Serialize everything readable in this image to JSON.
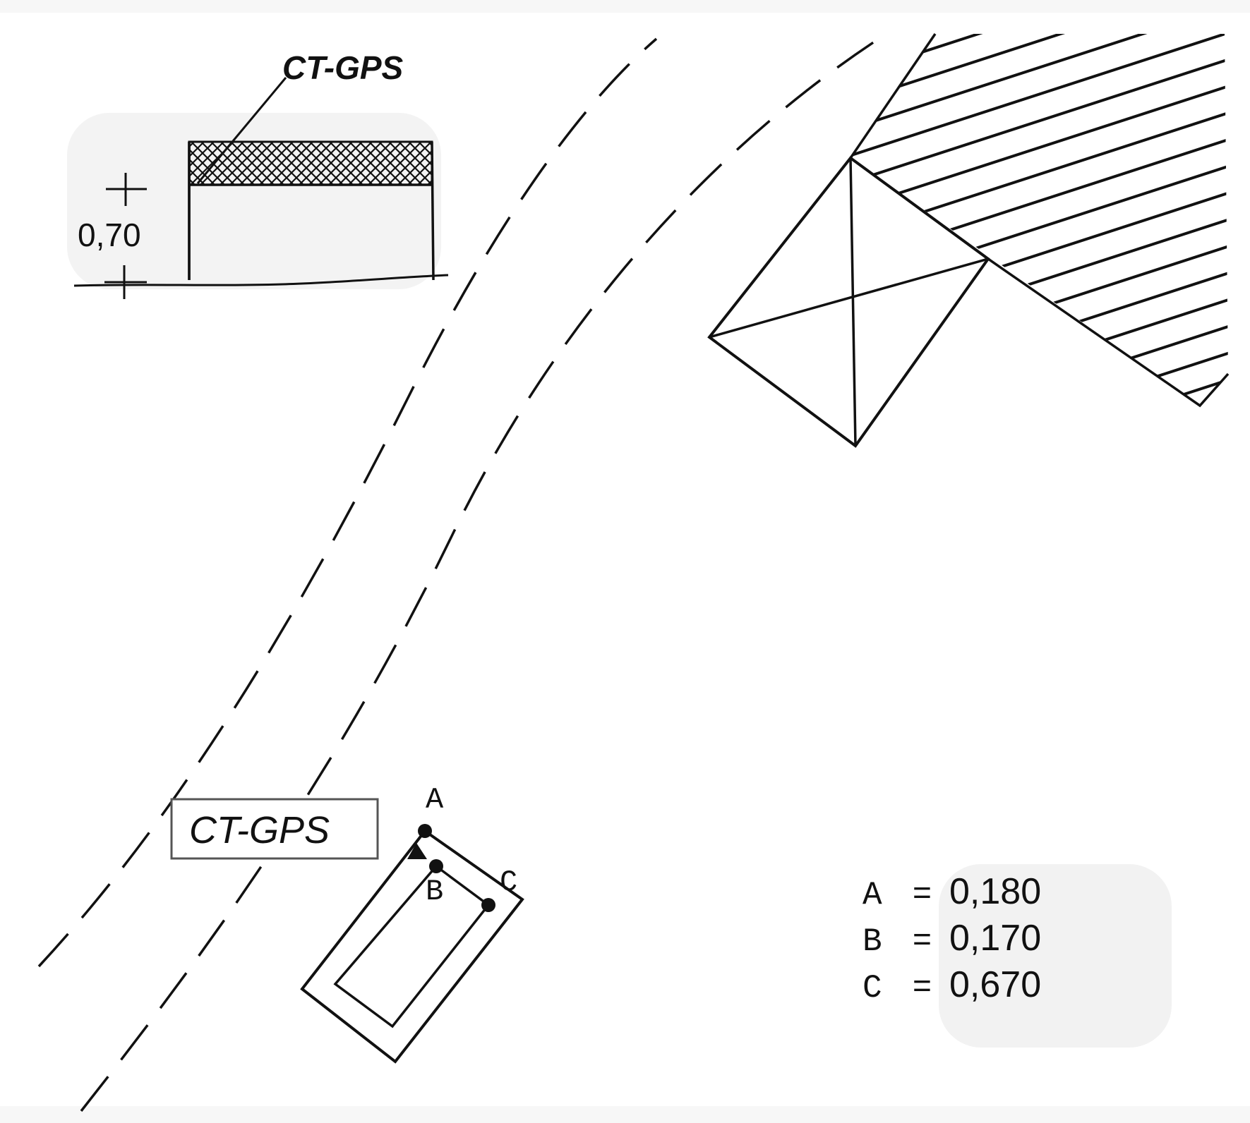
{
  "elevation_detail": {
    "label": "CT-GPS",
    "height_value": "0,70"
  },
  "plan_detail": {
    "label": "CT-GPS",
    "point_a": "A",
    "point_b": "B",
    "point_c": "C"
  },
  "legend": {
    "rows": [
      {
        "key": "A",
        "eq": "=",
        "value": "0,180"
      },
      {
        "key": "B",
        "eq": "=",
        "value": "0,170"
      },
      {
        "key": "C",
        "eq": "=",
        "value": "0,670"
      }
    ]
  },
  "colors": {
    "ink": "#111111",
    "paper": "#ffffff",
    "smudge": "#f0f0f0"
  }
}
